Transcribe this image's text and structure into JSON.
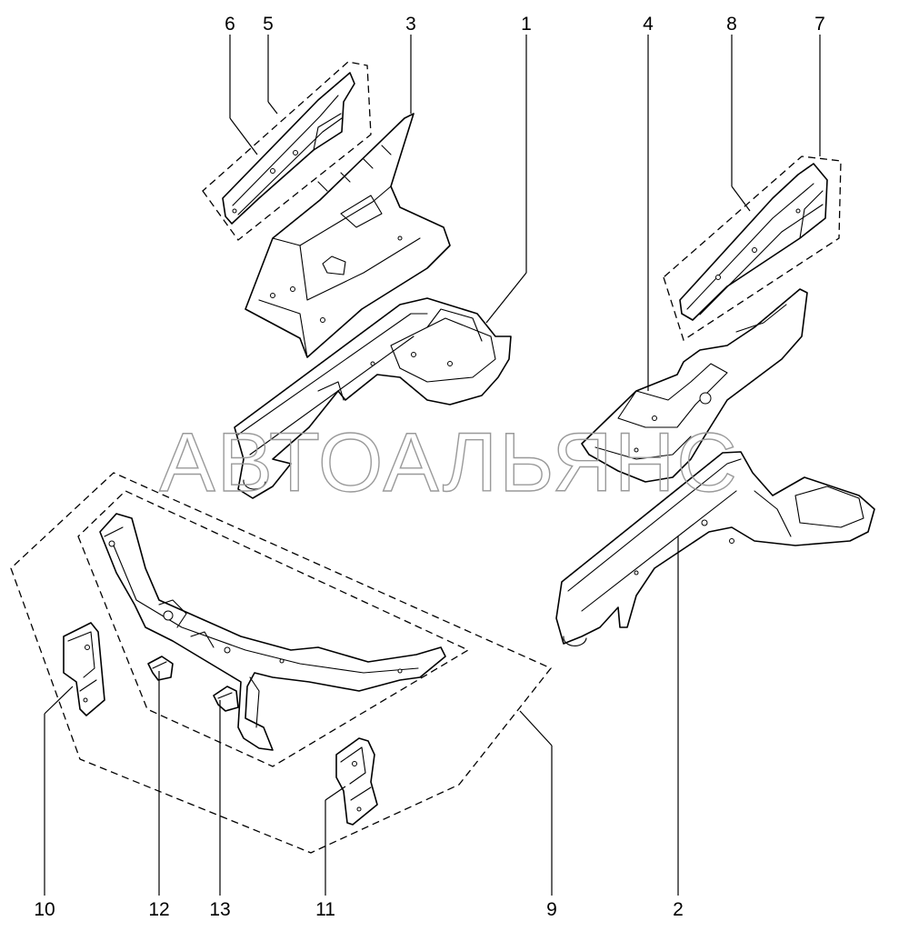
{
  "watermark": "АВТОАЛЬЯНС",
  "callouts": {
    "c1": "1",
    "c2": "2",
    "c3": "3",
    "c4": "4",
    "c5": "5",
    "c6": "6",
    "c7": "7",
    "c8": "8",
    "c9": "9",
    "c10": "10",
    "c11": "11",
    "c12": "12",
    "c13": "13"
  }
}
